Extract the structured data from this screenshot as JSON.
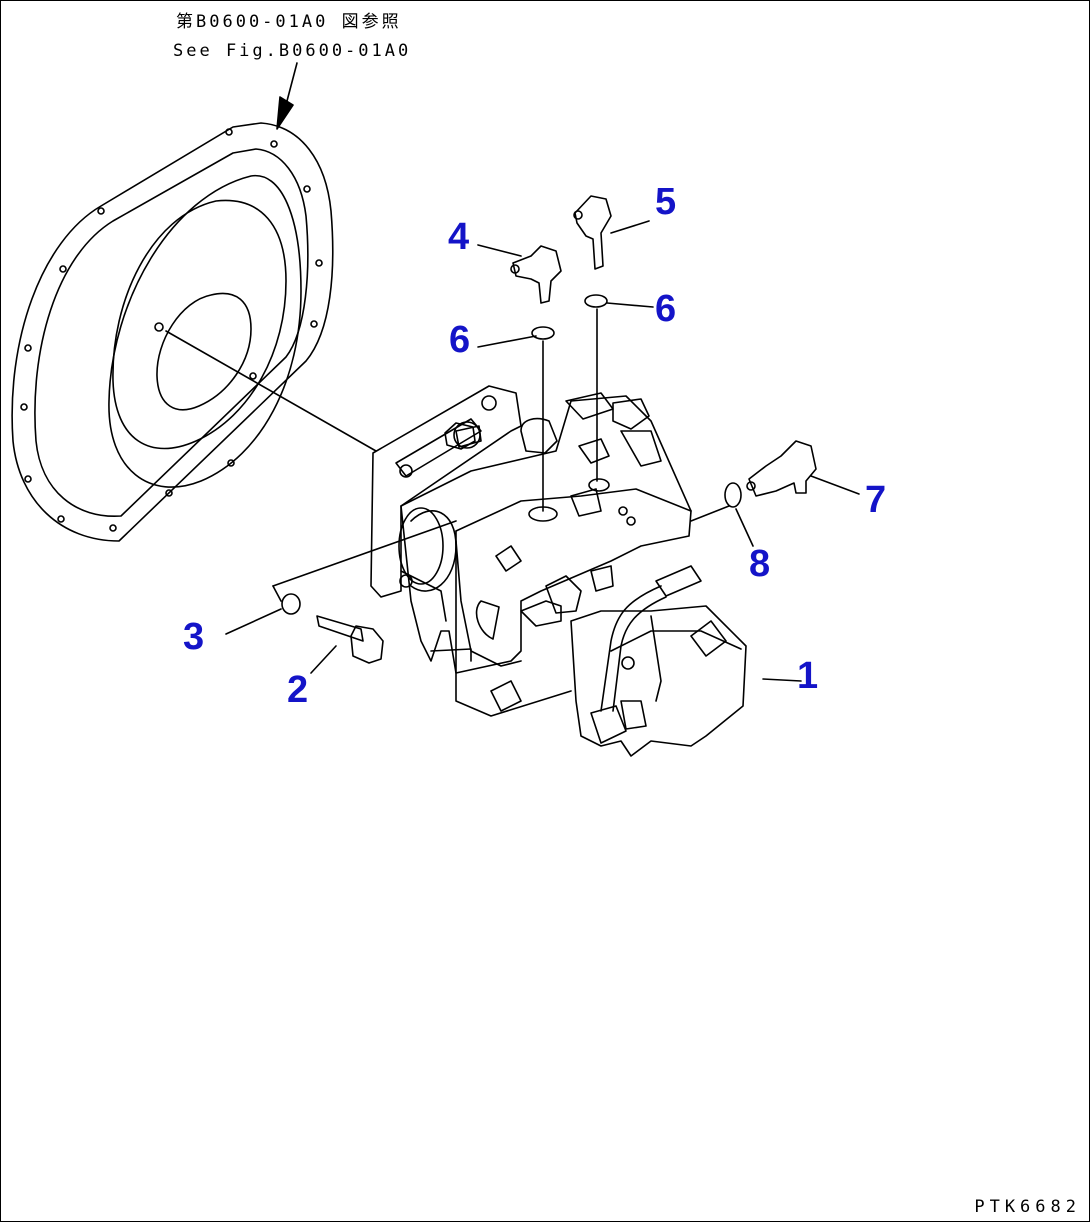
{
  "reference": {
    "jp": "第B0600-01A0 図参照",
    "en": "See Fig.B0600-01A0"
  },
  "callouts": [
    "1",
    "2",
    "3",
    "4",
    "5",
    "6",
    "6",
    "7",
    "8"
  ],
  "drawing_code": "PTK6682",
  "colors": {
    "line": "#000000",
    "callout": "#1414c8",
    "background": "#ffffff"
  }
}
